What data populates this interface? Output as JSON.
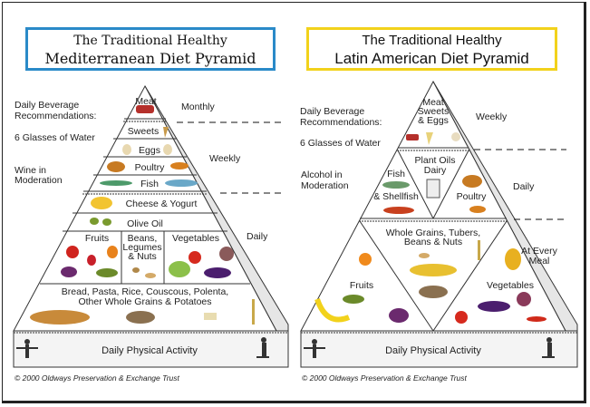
{
  "mediterranean": {
    "title_line1": "The Traditional Healthy",
    "title_line2": "Mediterranean Diet Pyramid",
    "side_labels": {
      "beverage": [
        "Daily Beverage",
        "Recommendations:"
      ],
      "water": "6 Glasses of Water",
      "wine": [
        "Wine in",
        "Moderation"
      ]
    },
    "frequency": {
      "monthly": "Monthly",
      "weekly": "Weekly",
      "daily": "Daily"
    },
    "tiers": {
      "meat": "Meat",
      "sweets": "Sweets",
      "eggs": "Eggs",
      "poultry": "Poultry",
      "fish": "Fish",
      "cheese": "Cheese & Yogurt",
      "olive_oil": "Olive Oil",
      "fruits": "Fruits",
      "beans": [
        "Beans,",
        "Legumes",
        "& Nuts"
      ],
      "vegetables": "Vegetables",
      "grains": [
        "Bread, Pasta, Rice, Couscous, Polenta,",
        "Other Whole Grains & Potatoes"
      ]
    },
    "activity": "Daily Physical Activity",
    "copyright": "© 2000 Oldways Preservation & Exchange Trust"
  },
  "latin": {
    "title_line1": "The Traditional Healthy",
    "title_line2": "Latin American Diet Pyramid",
    "side_labels": {
      "beverage": [
        "Daily Beverage",
        "Recommendations:"
      ],
      "water": "6 Glasses of Water",
      "alcohol": [
        "Alcohol in",
        "Moderation"
      ]
    },
    "frequency": {
      "weekly": "Weekly",
      "daily": "Daily",
      "every_meal": [
        "At Every",
        "Meal"
      ]
    },
    "tiers": {
      "top": [
        "Meat",
        "Sweets",
        "& Eggs"
      ],
      "fish": [
        "Fish",
        "& Shellfish"
      ],
      "oils_dairy": [
        "Plant Oils",
        "Dairy"
      ],
      "poultry": "Poultry",
      "grains": [
        "Whole Grains, Tubers,",
        "Beans & Nuts"
      ],
      "fruits": "Fruits",
      "vegetables": "Vegetables"
    },
    "activity": "Daily Physical Activity",
    "copyright": "© 2000 Oldways Preservation & Exchange Trust"
  },
  "colors": {
    "med_border": "#2a8ac8",
    "latin_border": "#f2d21b"
  }
}
